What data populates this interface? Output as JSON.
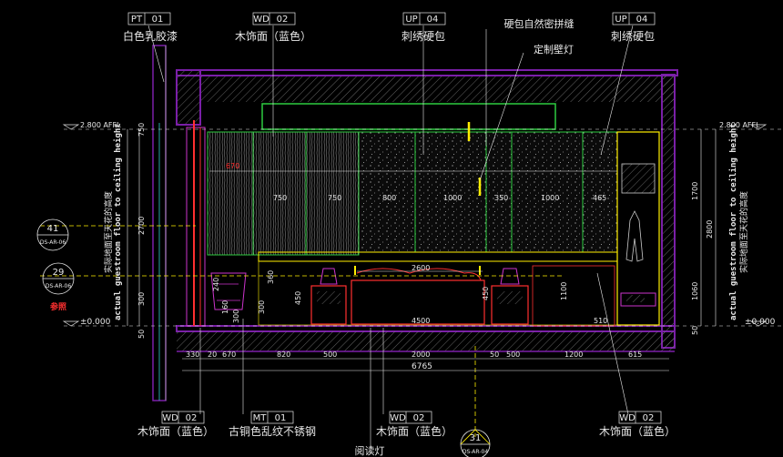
{
  "colors": {
    "background": "#000000",
    "purple": "#7a1fa8",
    "magenta": "#cc33cc",
    "green": "#2ecc40",
    "yellow": "#ffee00",
    "white": "#e8e8e8",
    "red": "#ff3030",
    "cyan": "#33cccc",
    "hatch": "#8a8a8a"
  },
  "callouts_top": [
    {
      "code": "PT",
      "num": "01",
      "desc": "白色乳胶漆"
    },
    {
      "code": "WD",
      "num": "02",
      "desc": "木饰面（蓝色）"
    },
    {
      "code": "UP",
      "num": "04",
      "desc": "刺绣硬包"
    },
    {
      "code": "",
      "num": "",
      "desc": "硬包自然密拼缝"
    },
    {
      "code": "",
      "num": "",
      "desc": "定制壁灯"
    },
    {
      "code": "UP",
      "num": "04",
      "desc": "刺绣硬包"
    }
  ],
  "callouts_bottom": [
    {
      "code": "WD",
      "num": "02",
      "desc": "木饰面（蓝色）"
    },
    {
      "code": "MT",
      "num": "01",
      "desc": "古铜色乱纹不锈钢"
    },
    {
      "code": "WD",
      "num": "02",
      "desc": "木饰面（蓝色）"
    },
    {
      "code": "WD",
      "num": "02",
      "desc": "木饰面（蓝色）"
    },
    {
      "code": "",
      "num": "",
      "desc": "阅读灯"
    }
  ],
  "levels": {
    "ceiling": "2.800 AFFL",
    "floor": "±0.000"
  },
  "side_labels": {
    "cn": "实际地面至天花的高度",
    "en": "actual guestroom floor to ceiling height"
  },
  "section_markers": [
    {
      "num": "41",
      "ref": "DS-AR-06"
    },
    {
      "num": "29",
      "ref": "DS-AR-06"
    },
    {
      "num": "31",
      "ref": "DS-AR-04"
    }
  ],
  "ref_label": "参照",
  "dims": {
    "left_vertical": [
      "750",
      "2700",
      "300",
      "50"
    ],
    "right_vertical": [
      "1700",
      "2800",
      "1060",
      "50"
    ],
    "panel_widths": [
      "670",
      "750",
      "750",
      "800",
      "1000",
      "350",
      "1000",
      "465"
    ],
    "bottom_row": [
      "330",
      "20",
      "670",
      "820",
      "500",
      "2000",
      "50",
      "500",
      "1200",
      "615"
    ],
    "total": "6765",
    "inner": [
      "2600",
      "4500",
      "510",
      "1100",
      "450",
      "300",
      "360",
      "240",
      "450",
      "160",
      "300"
    ]
  }
}
